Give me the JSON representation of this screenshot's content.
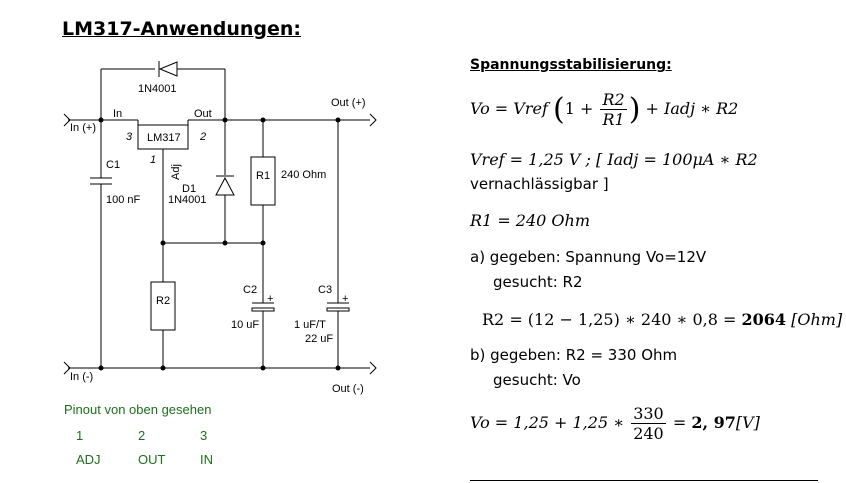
{
  "title": "LM317-Anwendungen:",
  "schematic": {
    "d1_top": "1N4001",
    "in_label": "In",
    "out_label": "Out",
    "out_plus": "Out (+)",
    "in_plus": "In (+)",
    "pin3": "3",
    "pin2": "2",
    "pin1": "1",
    "ic": "LM317",
    "adj": "Adj",
    "c1": "C1",
    "c1_val": "100 nF",
    "d1": "D1",
    "d1_val": "1N4001",
    "r1": "R1",
    "r1_val": "240 Ohm",
    "r2": "R2",
    "c2": "C2",
    "c2_val": "10 uF",
    "c3": "C3",
    "c3_val1": "1 uF/T",
    "c3_val2": "22 uF",
    "in_minus": "In (-)",
    "out_minus": "Out (-)"
  },
  "pinout": {
    "title": "Pinout von oben gesehen",
    "pins": [
      {
        "num": "1",
        "name": "ADJ"
      },
      {
        "num": "2",
        "name": "OUT"
      },
      {
        "num": "3",
        "name": "IN"
      }
    ]
  },
  "formulas": {
    "section_title": "Spannungsstabilisierung:",
    "f1_lhs": "Vo = Vref",
    "f1_one": "1 +",
    "f1_num": "R2",
    "f1_den": "R1",
    "f1_rest": "+ Iadj ∗ R2",
    "f2": "Vref = 1,25 V",
    "f2_b": " ; [ Iadj = 100μA ∗ R2",
    "f2_c": "vernachlässigbar ]",
    "f3": "R1 = 240 Ohm",
    "a_line1": "a)  gegeben: Spannung Vo=12V",
    "a_line2": "gesucht: R2",
    "f4_a": "R2 = (12 − 1,25) ∗ 240 ∗ 0,8 = ",
    "f4_b": "2064",
    "f4_c": " [Ohm]",
    "b_line1": "b)  gegeben: R2 = 330 Ohm",
    "b_line2": "gesucht: Vo",
    "f5_a": "Vo = 1,25 + 1,25 ∗",
    "f5_num": "330",
    "f5_den": "240",
    "f5_eq": " = ",
    "f5_b": "2, 97",
    "f5_c": "[V]"
  }
}
